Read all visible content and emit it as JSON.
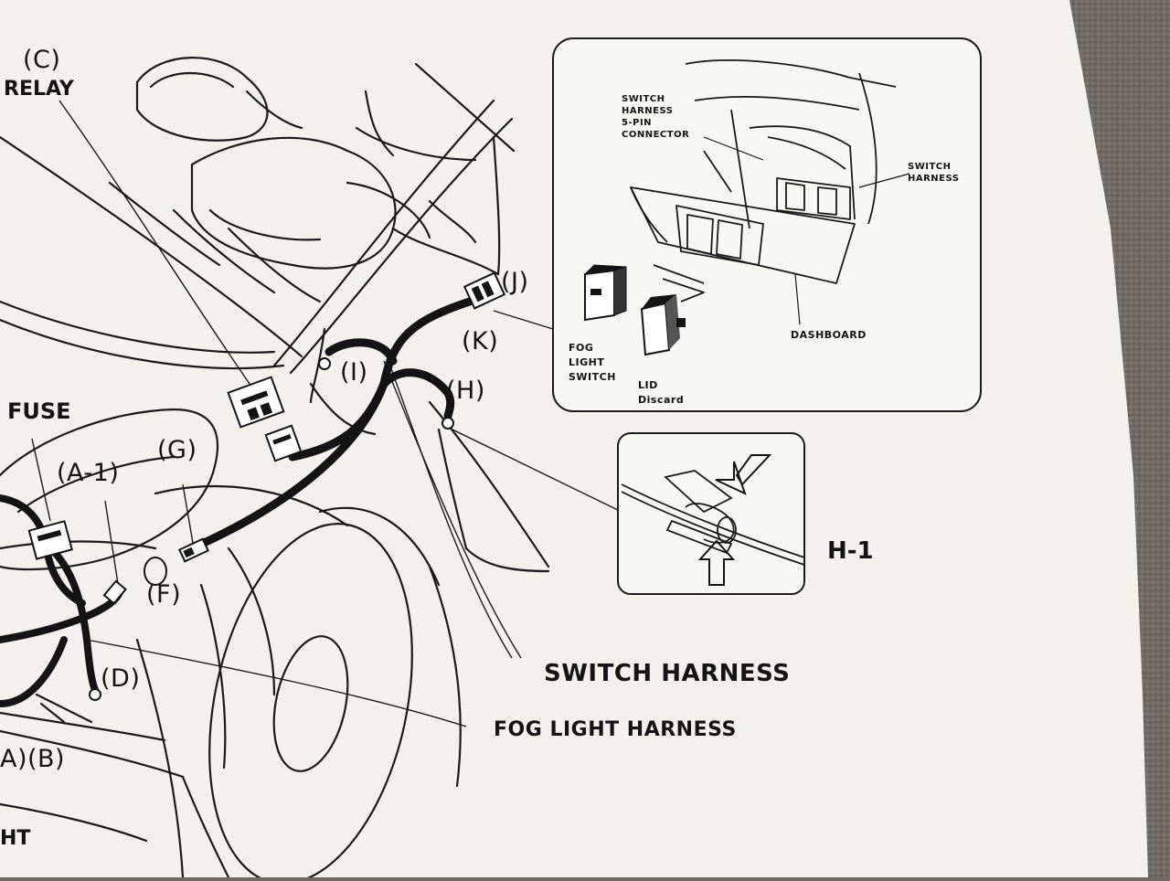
{
  "labels": {
    "c": "(C)",
    "relay": "RELAY",
    "fuse": "FUSE",
    "a1": "(A-1)",
    "g": "(G)",
    "f": "(F)",
    "d": "(D)",
    "ab": "A)(B)",
    "ht": "HT",
    "i": "(I)",
    "h": "(H)",
    "k": "(K)",
    "j": "(J)",
    "switch_harness": "SWITCH HARNESS",
    "fog_light_harness": "FOG LIGHT HARNESS",
    "h1": "H-1"
  },
  "inset": {
    "connector_label": [
      "SWITCH",
      "HARNESS",
      "5-PIN",
      "CONNECTOR"
    ],
    "switch_harness_label": [
      "SWITCH",
      "HARNESS"
    ],
    "dashboard": "DASHBOARD",
    "fog_switch": [
      "FOG",
      "LIGHT",
      "SWITCH"
    ],
    "lid": [
      "LID",
      "Discard"
    ]
  },
  "colors": {
    "paper": "#f2f1ed",
    "carpet": "#6f6a63",
    "ink": "#141414"
  }
}
